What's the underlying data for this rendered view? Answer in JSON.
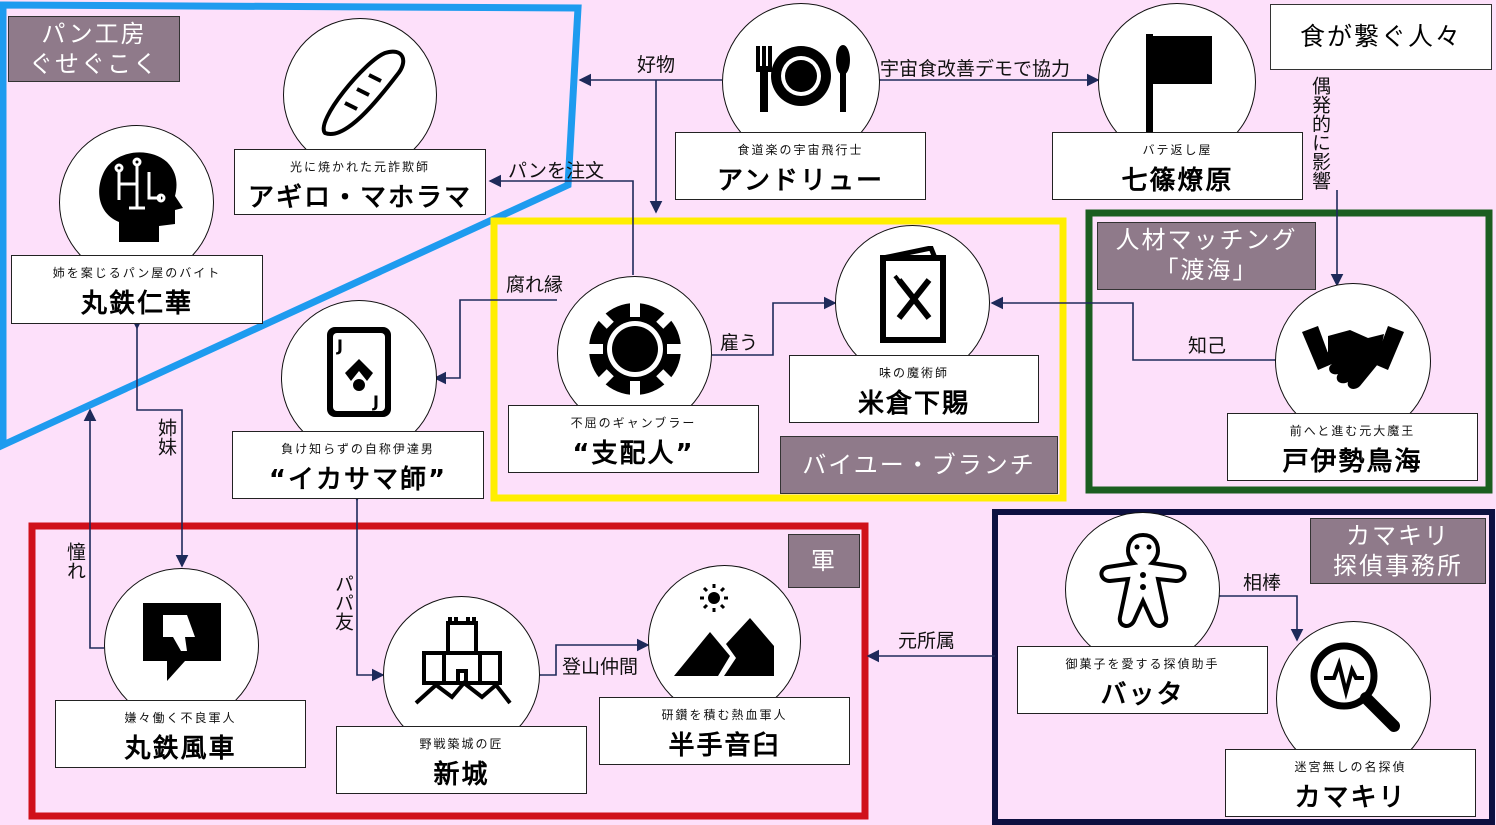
{
  "title": "食が繋ぐ人々",
  "groups": {
    "bakery": "パン工房\nぐせぐこく",
    "valueBranch": "バイユー・ブランチ",
    "matching": "人材マッチング\n「渡海」",
    "army": "軍",
    "kamakiri": "カマキリ\n探偵事務所"
  },
  "characters": {
    "agiro": {
      "sub": "光に焼かれた元詐欺師",
      "name": "アギロ・マホラマ",
      "icon": "bread-icon"
    },
    "andrew": {
      "sub": "食道楽の宇宙飛行士",
      "name": "アンドリュー",
      "icon": "dinner-plate-icon"
    },
    "shichijo": {
      "sub": "バテ返し屋",
      "name": "七篠燎原",
      "icon": "flag-icon"
    },
    "niika": {
      "sub": "姉を案じるパン屋のバイト",
      "name": "丸鉄仁華",
      "icon": "brain-head-icon"
    },
    "shihainin": {
      "sub": "不屈のギャンブラー",
      "name": "“支配人”",
      "icon": "poker-chip-icon"
    },
    "yonekura": {
      "sub": "味の魔術師",
      "name": "米倉下賜",
      "icon": "menu-icon"
    },
    "toise": {
      "sub": "前へと進む元大魔王",
      "name": "戸伊勢鳥海",
      "icon": "handshake-icon"
    },
    "ikasama": {
      "sub": "負け知らずの自称伊達男",
      "name": "“イカサマ師”",
      "icon": "joker-card-icon"
    },
    "fuusha": {
      "sub": "嫌々働く不良軍人",
      "name": "丸鉄風車",
      "icon": "thumbs-down-icon"
    },
    "shinjo": {
      "sub": "野戦築城の匠",
      "name": "新城",
      "icon": "castle-icon"
    },
    "hante": {
      "sub": "研鑽を積む熱血軍人",
      "name": "半手音臼",
      "icon": "mountain-icon"
    },
    "batta": {
      "sub": "御菓子を愛する探偵助手",
      "name": "バッタ",
      "icon": "gingerbread-icon"
    },
    "kamakiri": {
      "sub": "迷宮無しの名探偵",
      "name": "カマキリ",
      "icon": "magnifier-icon"
    }
  },
  "edges": {
    "koubutsu": "好物",
    "demo": "宇宙食改善デモで協力",
    "guuhatsu": "偶発的に影響",
    "panChuumon": "パンを注文",
    "kusareen": "腐れ縁",
    "yatou": "雇う",
    "chiki": "知己",
    "shimai": "姉妹",
    "akogare": "憧れ",
    "papatomo": "パパ友",
    "tozan": "登山仲間",
    "motoshozoku": "元所属",
    "aibou": "相棒"
  }
}
